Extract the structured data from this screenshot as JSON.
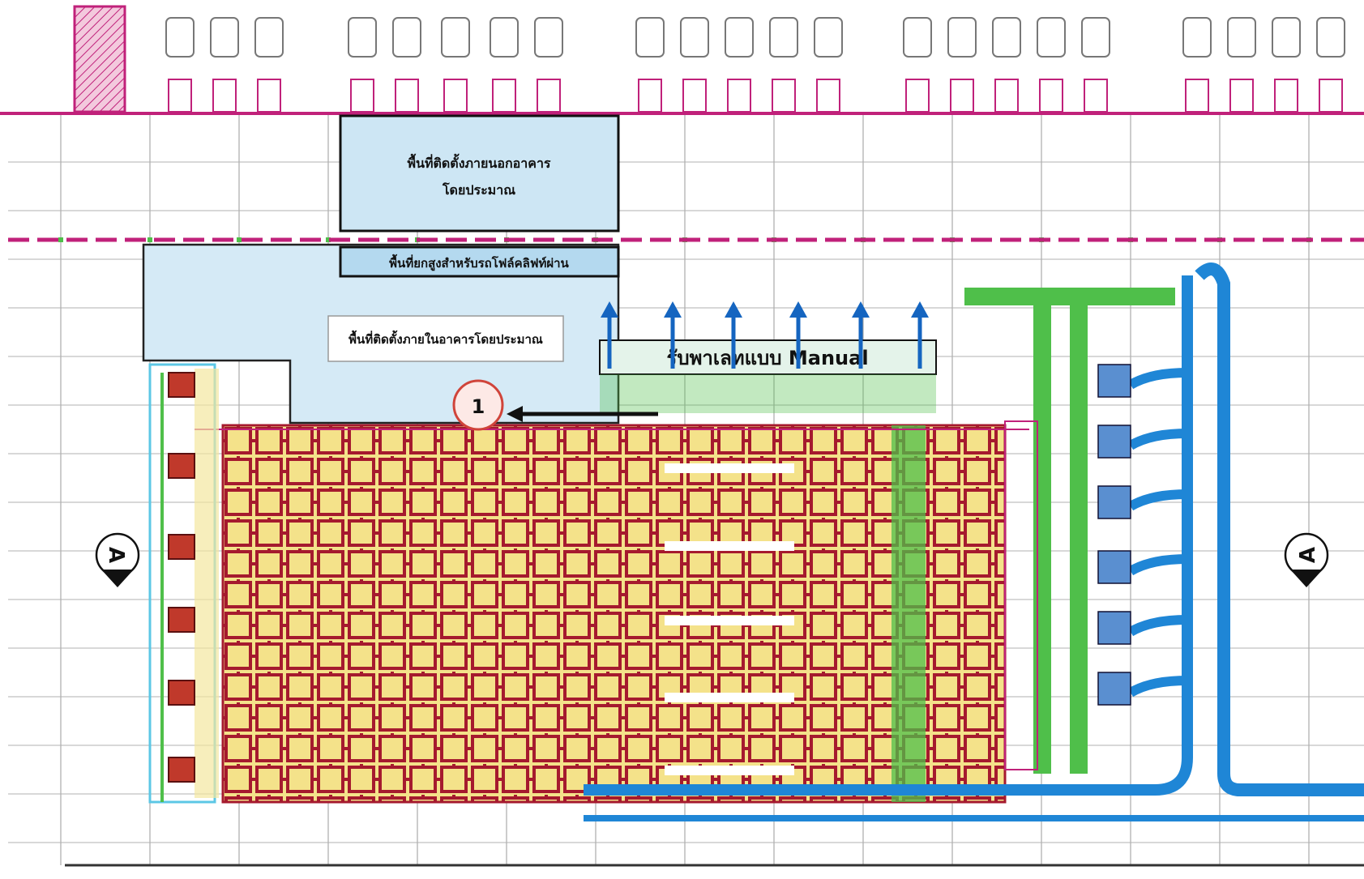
{
  "labels": {
    "outdoor_area": [
      "พื้นที่ติดตั้งภายนอกอาคาร",
      "โดยประมาณ"
    ],
    "raised_area": "พื้นที่ยกสูงสำหรับรถโฟล์คลิฟท์ผ่าน",
    "indoor_area": "พื้นที่ติดตั้งภายในอาคารโดยประมาณ",
    "manual_pallet": "รับพาเลทแบบ Manual",
    "marker_number": "1",
    "section_left": "A",
    "section_right": "A"
  },
  "colors": {
    "rack_red": "#a51a2e",
    "rack_yellow": "#f3df7a",
    "conveyor_green": "#4fbf4a",
    "conveyor_blue": "#1f86d6",
    "area_light_blue": "#cde6f4",
    "wall_magenta": "#c0217a",
    "grid_gray": "#8c8c8c",
    "arrow_blue": "#1565c0",
    "marker_red": "#d0443a"
  }
}
